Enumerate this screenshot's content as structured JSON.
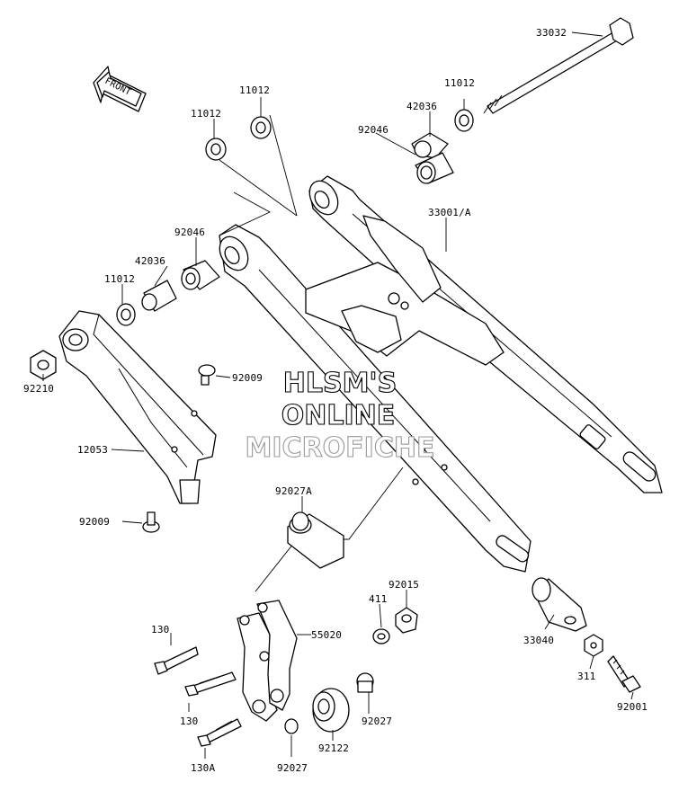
{
  "diagram": {
    "front_arrow_label": "FRONT",
    "watermark": {
      "line1": "HLSM'S",
      "line2": "ONLINE",
      "line3": "MICROFICHE"
    },
    "callouts": {
      "p33032": "33032",
      "p11012_a": "11012",
      "p11012_b": "11012",
      "p11012_c": "11012",
      "p11012_d": "11012",
      "p42036_a": "42036",
      "p42036_b": "42036",
      "p92046_a": "92046",
      "p92046_b": "92046",
      "p33001": "33001/A",
      "p92210": "92210",
      "p92009_a": "92009",
      "p92009_b": "92009",
      "p12053": "12053",
      "p92027A": "92027A",
      "p92015": "92015",
      "p411": "411",
      "p130_a": "130",
      "p130_b": "130",
      "p130A": "130A",
      "p55020": "55020",
      "p33040": "33040",
      "p311": "311",
      "p92001": "92001",
      "p92027_a": "92027",
      "p92027_b": "92027",
      "p92122": "92122"
    }
  }
}
